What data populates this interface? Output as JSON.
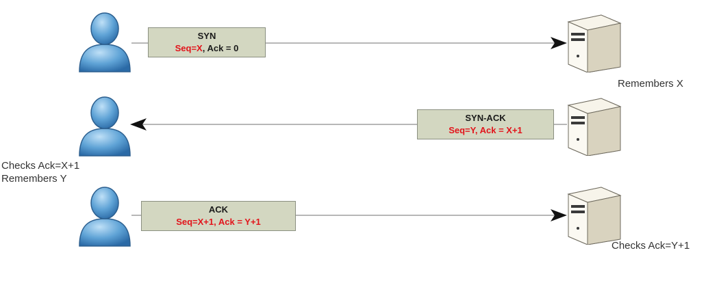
{
  "messages": [
    {
      "title": "SYN",
      "seq": "Seq=X",
      "rest": ", Ack = 0"
    },
    {
      "title": "SYN-ACK",
      "seq": "Seq=Y, Ack = X+1",
      "rest": ""
    },
    {
      "title": "ACK",
      "seq": "Seq=X+1, Ack = Y+1",
      "rest": ""
    }
  ],
  "notes": {
    "server_remembers_x": "Remembers X",
    "client_checks_1": "Checks Ack=X+1",
    "client_checks_2": "Remembers Y",
    "server_checks": "Checks Ack=Y+1"
  },
  "icons": {
    "client": "user-icon",
    "server": "server-icon"
  },
  "colors": {
    "label_bg": "#d3d7c1",
    "seq_red": "#e2141b",
    "line": "#8c8c8c"
  }
}
